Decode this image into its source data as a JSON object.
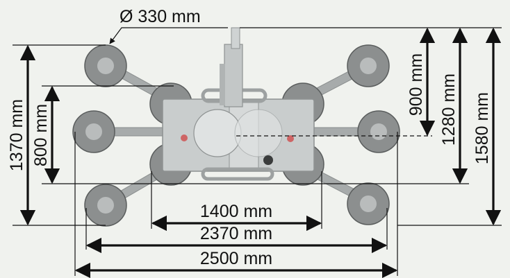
{
  "diagram": {
    "diameter_label": "Ø 330 mm",
    "widths": [
      {
        "label": "1400 mm",
        "value_mm": 1400
      },
      {
        "label": "2370 mm",
        "value_mm": 2370
      },
      {
        "label": "2500 mm",
        "value_mm": 2500
      }
    ],
    "heights_left": [
      {
        "label": "1370 mm",
        "value_mm": 1370
      },
      {
        "label": "800 mm",
        "value_mm": 800
      }
    ],
    "heights_right": [
      {
        "label": "900 mm",
        "value_mm": 900
      },
      {
        "label": "1280 mm",
        "value_mm": 1280
      },
      {
        "label": "1580 mm",
        "value_mm": 1580
      }
    ]
  }
}
